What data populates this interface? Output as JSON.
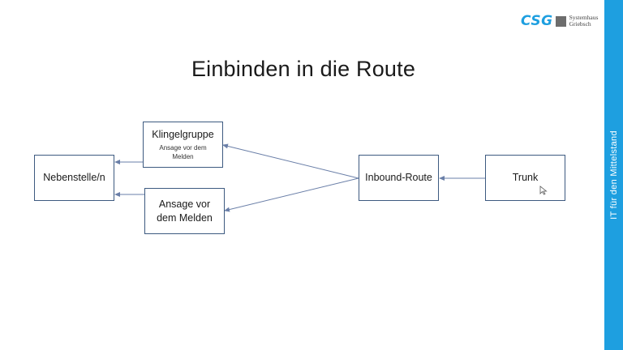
{
  "logo": {
    "brand": "CSG",
    "line1": "Systemhaus",
    "line2": "Griebsch"
  },
  "slide": {
    "title": "Einbinden in die Route"
  },
  "sidebar": {
    "text": "IT für den Mittelstand"
  },
  "diagram": {
    "nodes": {
      "nebenstelle": {
        "label": "Nebenstelle/n"
      },
      "klingelgruppe": {
        "label": "Klingelgruppe",
        "sub": "Ansage vor dem Melden"
      },
      "ansage": {
        "label": "Ansage vor dem Melden"
      },
      "inbound": {
        "label": "Inbound-Route"
      },
      "trunk": {
        "label": "Trunk"
      }
    }
  },
  "colors": {
    "accent": "#1e9fe0",
    "box_border": "#3d5a80",
    "arrow": "#6a7fa8"
  }
}
